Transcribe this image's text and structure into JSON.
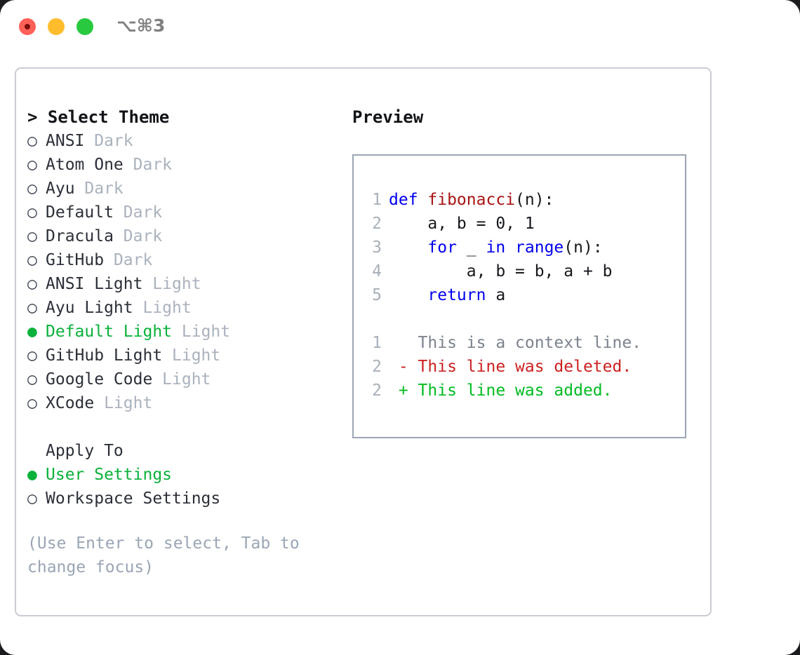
{
  "window": {
    "shortcut_label": "⌥⌘3",
    "traffic_lights": [
      "close",
      "minimize",
      "maximize"
    ]
  },
  "theme_picker": {
    "header": "> Select Theme",
    "items": [
      {
        "marker": "○",
        "name": "ANSI",
        "variant": "Dark",
        "selected": false
      },
      {
        "marker": "○",
        "name": "Atom One",
        "variant": "Dark",
        "selected": false
      },
      {
        "marker": "○",
        "name": "Ayu",
        "variant": "Dark",
        "selected": false
      },
      {
        "marker": "○",
        "name": "Default",
        "variant": "Dark",
        "selected": false
      },
      {
        "marker": "○",
        "name": "Dracula",
        "variant": "Dark",
        "selected": false
      },
      {
        "marker": "○",
        "name": "GitHub",
        "variant": "Dark",
        "selected": false
      },
      {
        "marker": "○",
        "name": "ANSI Light",
        "variant": "Light",
        "selected": false
      },
      {
        "marker": "○",
        "name": "Ayu Light",
        "variant": "Light",
        "selected": false
      },
      {
        "marker": "●",
        "name": "Default Light",
        "variant": "Light",
        "selected": true
      },
      {
        "marker": "○",
        "name": "GitHub Light",
        "variant": "Light",
        "selected": false
      },
      {
        "marker": "○",
        "name": "Google Code",
        "variant": "Light",
        "selected": false
      },
      {
        "marker": "○",
        "name": "XCode",
        "variant": "Light",
        "selected": false
      }
    ]
  },
  "apply_to": {
    "label": "Apply To",
    "items": [
      {
        "marker": "●",
        "name": "User Settings",
        "selected": true
      },
      {
        "marker": "○",
        "name": "Workspace Settings",
        "selected": false
      }
    ]
  },
  "hint": "(Use Enter to select, Tab to change focus)",
  "preview": {
    "title": "Preview",
    "code_lines": [
      {
        "num": "1",
        "segments": [
          {
            "t": "def ",
            "c": "kw"
          },
          {
            "t": "fibonacci",
            "c": "fn"
          },
          {
            "t": "(n):",
            "c": ""
          }
        ]
      },
      {
        "num": "2",
        "segments": [
          {
            "t": "    a, b = 0, 1",
            "c": ""
          }
        ]
      },
      {
        "num": "3",
        "segments": [
          {
            "t": "    ",
            "c": ""
          },
          {
            "t": "for",
            "c": "kw"
          },
          {
            "t": " _ ",
            "c": ""
          },
          {
            "t": "in",
            "c": "kw"
          },
          {
            "t": " ",
            "c": ""
          },
          {
            "t": "range",
            "c": "kw"
          },
          {
            "t": "(n):",
            "c": ""
          }
        ]
      },
      {
        "num": "4",
        "segments": [
          {
            "t": "        a, b = b, a + b",
            "c": ""
          }
        ]
      },
      {
        "num": "5",
        "segments": [
          {
            "t": "    ",
            "c": ""
          },
          {
            "t": "return",
            "c": "kw"
          },
          {
            "t": " a",
            "c": ""
          }
        ]
      }
    ],
    "diff_lines": [
      {
        "num": "1",
        "segments": [
          {
            "t": "   This is a context line.",
            "c": "ctx"
          }
        ]
      },
      {
        "num": "2",
        "segments": [
          {
            "t": " - This line was deleted.",
            "c": "del"
          }
        ]
      },
      {
        "num": "2",
        "segments": [
          {
            "t": " + This line was added.",
            "c": "add"
          }
        ]
      }
    ]
  },
  "colors": {
    "selected_green": "#0ab13a",
    "muted_gray": "#aab2bd",
    "hint_gray": "#9aa5b4",
    "keyword_blue": "#0000ee",
    "function_red": "#a81414",
    "diff_del": "#cc2222",
    "diff_add": "#00bb22",
    "panel_border": "#c9ccd2",
    "code_border": "#9aa5b4",
    "light_red": "#ff6058",
    "light_amber": "#ffbd2e",
    "light_green": "#28c93f"
  }
}
